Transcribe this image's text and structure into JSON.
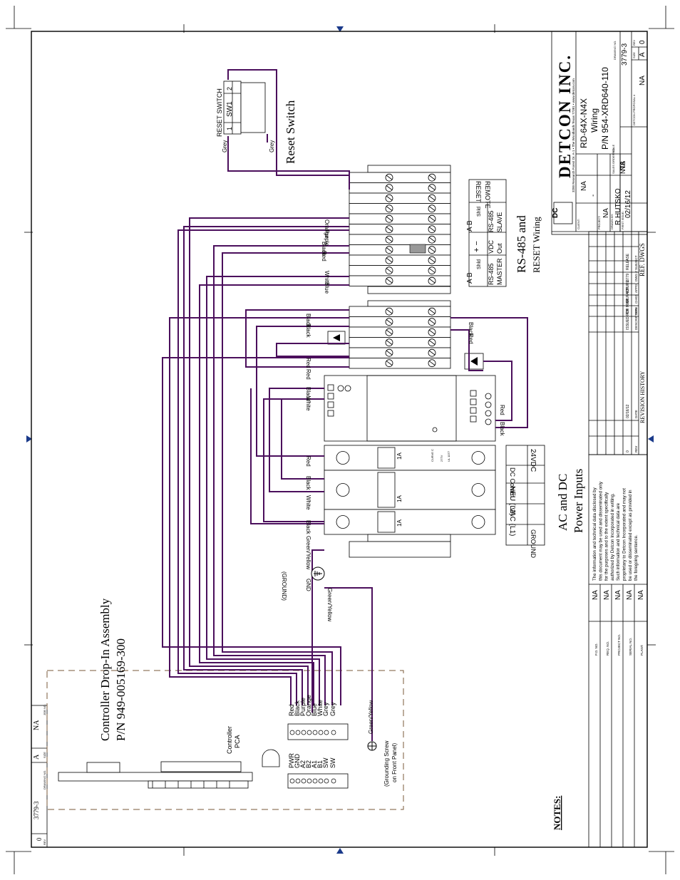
{
  "titles": {
    "controller_assembly_line1": "Controller Drop-In Assembly",
    "controller_assembly_line2": "P/N 949-005169-300",
    "reset_switch": "Reset Switch",
    "rs485_line1": "RS-485 and",
    "rs485_line2": "RESET Wiring",
    "power_line1": "AC and DC",
    "power_line2": "Power  Inputs",
    "notes": "NOTES:"
  },
  "reset_switch": {
    "label": "RESET SWITCH",
    "pin1": "1",
    "sw": "SW1",
    "pin2": "2",
    "wire1": "Grey",
    "wire2": "Grey"
  },
  "terminal_labels": {
    "reset": "RESET",
    "remote": "REMOTE",
    "ab1": "A  B",
    "shld": "Shld",
    "rs485_slave_1": "RS-485",
    "rs485_slave_2": "SLAVE",
    "plus_minus": "+  −",
    "vdc_out_1": "VDC",
    "vdc_out_2": "Out",
    "ab2": "A  B",
    "shld2": "Shld",
    "rs485_master_1": "RS-485",
    "rs485_master_2": "MASTER"
  },
  "power_labels": [
    "24VDC",
    "DC Comm",
    "NEU (L2)",
    "VAC (L1)",
    "GROUND"
  ],
  "breaker_rating": "1A",
  "breaker_labels": [
    "CURVE C",
    "277V",
    "UL 1077"
  ],
  "terminal_wires": [
    "Orange",
    "Purple",
    "Black",
    "Red",
    "White",
    "Blue",
    "Black",
    "Black",
    "Red",
    "Red",
    "Black",
    "White",
    "Red",
    "Black",
    "White",
    "Black",
    "Green/Yellow"
  ],
  "right_wires": [
    "Black",
    "Red",
    "Red",
    "Black"
  ],
  "ground": {
    "label": "GND",
    "sub": "(GROUND)",
    "wire": "Green/Yellow"
  },
  "controller": {
    "pca_line1": "Controller",
    "pca_line2": "PCA",
    "wire_colors": [
      "Red",
      "Black",
      "Purple",
      "Orange",
      "Blue",
      "White",
      "Grey",
      "Grey"
    ],
    "pins": [
      "PWR",
      "GND",
      "A2",
      "B2",
      "A1",
      "B1",
      "SW",
      "SW"
    ],
    "green_yellow": "Green/Yellow",
    "grounding_screw_1": "(Grounding Screw",
    "grounding_screw_2": "on Front Panel)"
  },
  "left_block": {
    "drawing_no_label": "DRAWING NO.",
    "drawing_no": "3779-3",
    "size_label": "SIZE",
    "size": "A",
    "rev_label": "REV",
    "rev": "0",
    "job_label": "JOB NO.",
    "job": "NA"
  },
  "title_block": {
    "company": "DETCON INC.",
    "address": "3200 Research Forest Dr. A-1 • The Woodlands Texas 77381 • www.detcon.com",
    "title_line1": "RD-64X-N4X",
    "title_line2": "Wiring",
    "title_line3": "P/N 954-XRD640-110",
    "client_label": "CLIENT:",
    "client": "NA",
    "project_label": "PROJECT:",
    "project": "NA",
    "project_dash": "-",
    "drawn_label": "DRAWN BY:",
    "drawn": "R HUTSKO",
    "first_issue_label": "FIRST ISSUE:",
    "first_issue": "02/16/12",
    "sales_order_label": "SALES ORDER NO.",
    "sales_order": "NA",
    "scale_label": "SCALE",
    "scale": "NTS",
    "proposal_label": "DETCON PROPOSAL #",
    "proposal": "NA",
    "drawing_no_label": "DRAWING NO.",
    "drawing_no": "3779-3",
    "size_label": "SIZE",
    "size": "A",
    "rev_label": "REV",
    "rev": "0"
  },
  "revision": {
    "header": "REVISION HISTORY",
    "cols": [
      "REV",
      "DATE",
      "DESCRIPTION",
      "DRN",
      "CHKD",
      "APPD",
      "DWG #",
      "SUBJECT"
    ],
    "row": [
      "0",
      "02/16/12",
      "ISSUED FOR MANUFACTURE",
      "RH",
      "SP",
      "RM",
      "3779",
      "RELEASE"
    ],
    "ref_dwgs": "REF. DWGS"
  },
  "notice": "The information and technical data disclosed by this document may be used and disseminated only for the purposes and to the extent specifically authorized by Detcon Incorporated in writing. Such information and technical data are proprietary to Detcon Incorporated and may not be used or disseminated except as provided in the foregoing sentence.",
  "po_fields": [
    {
      "label": "P.O. NO.",
      "value": "NA"
    },
    {
      "label": "REQ. NO.",
      "value": "NA"
    },
    {
      "label": "PROJECT NO.",
      "value": "NA"
    },
    {
      "label": "SERIAL NO.",
      "value": "NA"
    },
    {
      "label": "PLANT:",
      "value": "NA"
    }
  ]
}
